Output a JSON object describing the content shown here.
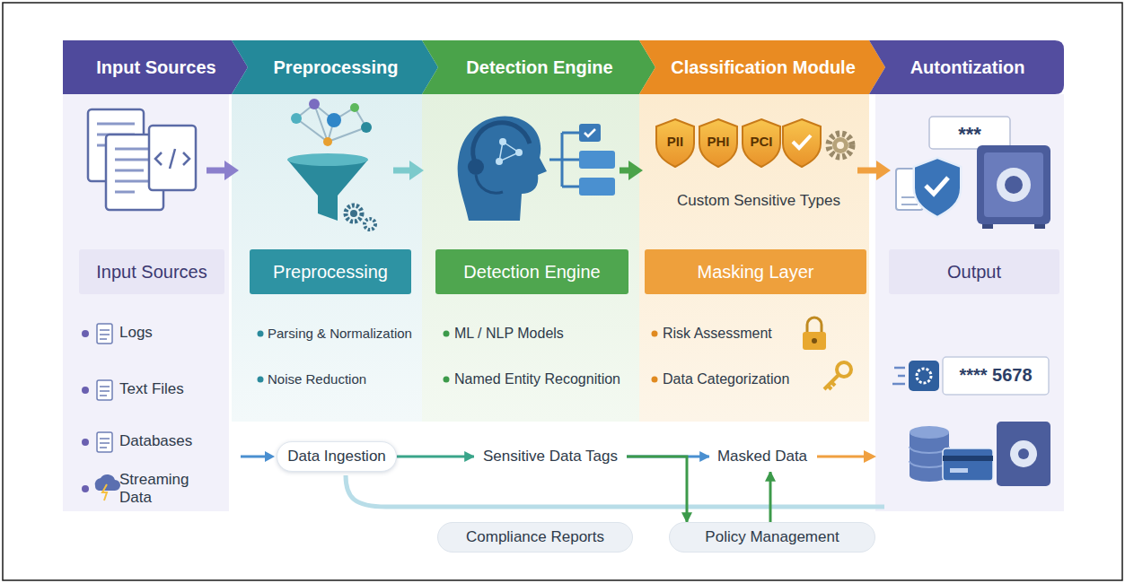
{
  "diagram": {
    "nodes": [
      {
        "text": [
          "Input Sources"
        ]
      },
      {
        "text": [
          "Preprocessing"
        ]
      },
      {
        "text": [
          "Detection Engine"
        ]
      },
      {
        "text": [
          "Classification Module"
        ]
      },
      {
        "text": [
          "Autontization"
        ]
      },
      {
        "text": [
          "Input Sources"
        ]
      },
      {
        "text": [
          "Preprocessing"
        ]
      },
      {
        "text": [
          "Detection Engine"
        ]
      },
      {
        "text": [
          "Masking Layer"
        ]
      },
      {
        "text": [
          "Output"
        ]
      },
      {
        "text": [
          "Data Ingestion"
        ]
      },
      {
        "text": [
          "Sensitive Data Tags"
        ]
      },
      {
        "text": [
          "Masked Data"
        ]
      },
      {
        "text": [
          "Compliance Reports"
        ]
      },
      {
        "text": [
          "Policy Management"
        ]
      }
    ],
    "edges": [
      {
        "from": 10,
        "to": 11,
        "arrow": "to"
      },
      {
        "from": 11,
        "to": 12,
        "arrow": "to"
      },
      {
        "from": 11,
        "to": 14,
        "arrow": "to"
      },
      {
        "from": 14,
        "to": 12,
        "arrow": "to"
      }
    ],
    "labels": [
      "PII",
      "PHI",
      "PCI",
      "Custom Sensitive Types",
      "***",
      "Logs",
      "Text Files",
      "Databases",
      "Streaming Data",
      "Parsing & Normalization",
      "Noise Reduction",
      "ML / NLP Models",
      "Named Entity Recognition",
      "Risk Assessment",
      "Data Categorization",
      "**** 5678"
    ]
  }
}
